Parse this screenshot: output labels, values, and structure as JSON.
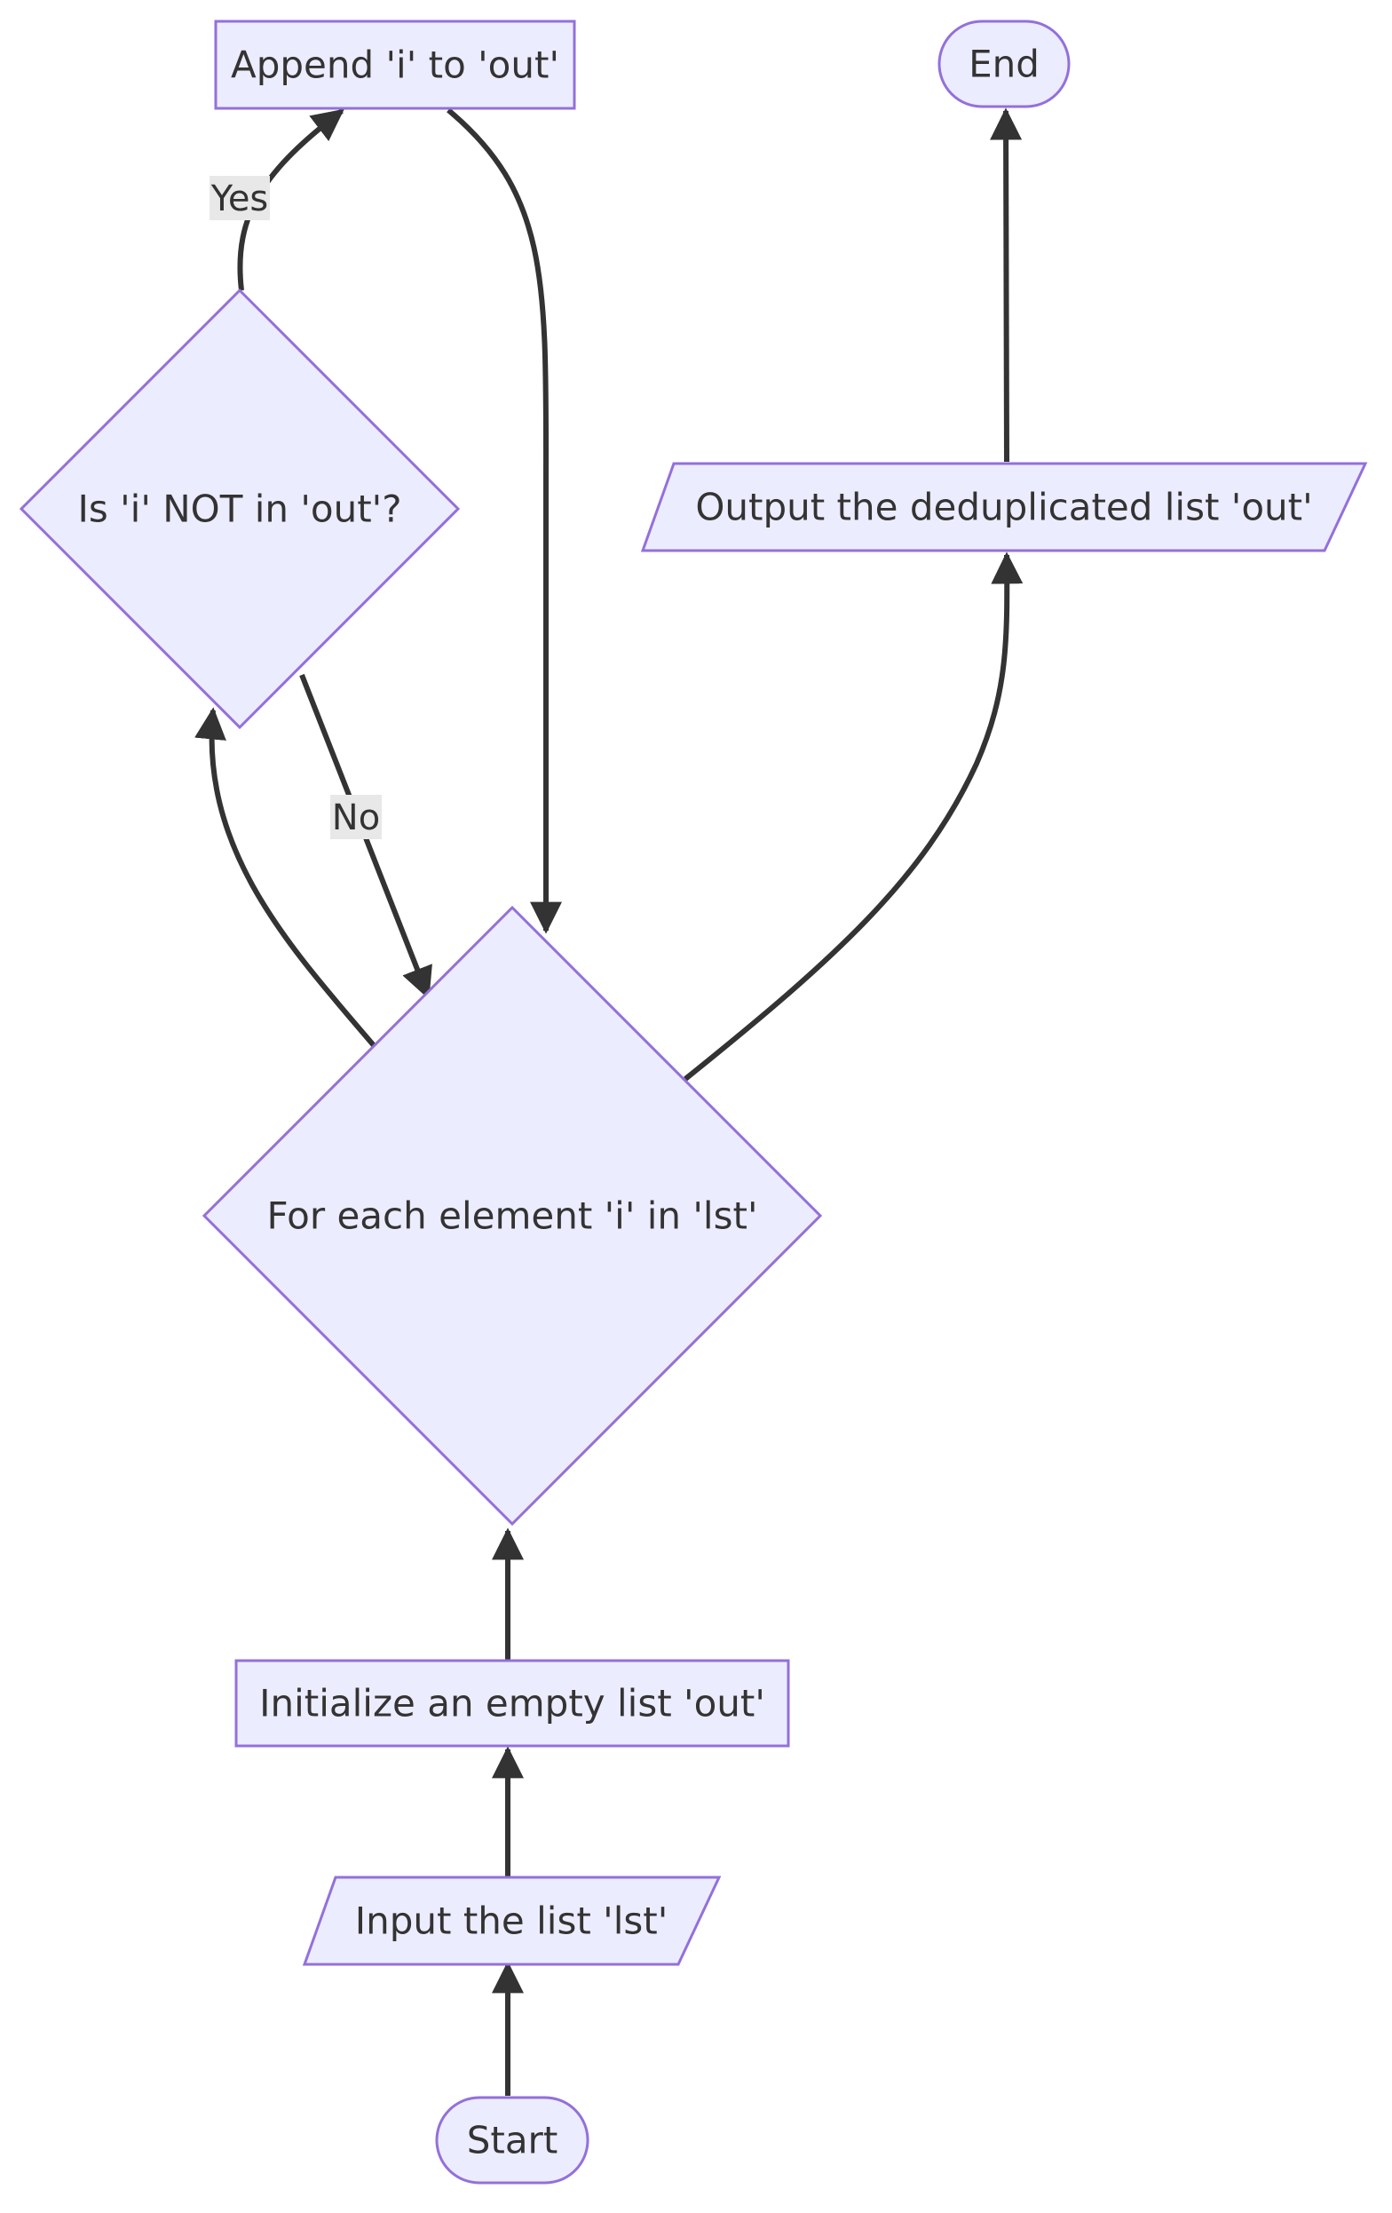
{
  "nodes": {
    "start": "Start",
    "input": "Input the list 'lst'",
    "init": "Initialize an empty list 'out'",
    "loop": "For each element 'i' in 'lst'",
    "check": "Is 'i' NOT in 'out'?",
    "append": "Append 'i' to 'out'",
    "output": "Output the deduplicated list 'out'",
    "end": "End"
  },
  "edge_labels": {
    "yes": "Yes",
    "no": "No"
  },
  "colors": {
    "node_fill": "#ECECFF",
    "node_stroke": "#9370DB",
    "edge": "#333333",
    "label_bg": "#e8e8e8"
  }
}
